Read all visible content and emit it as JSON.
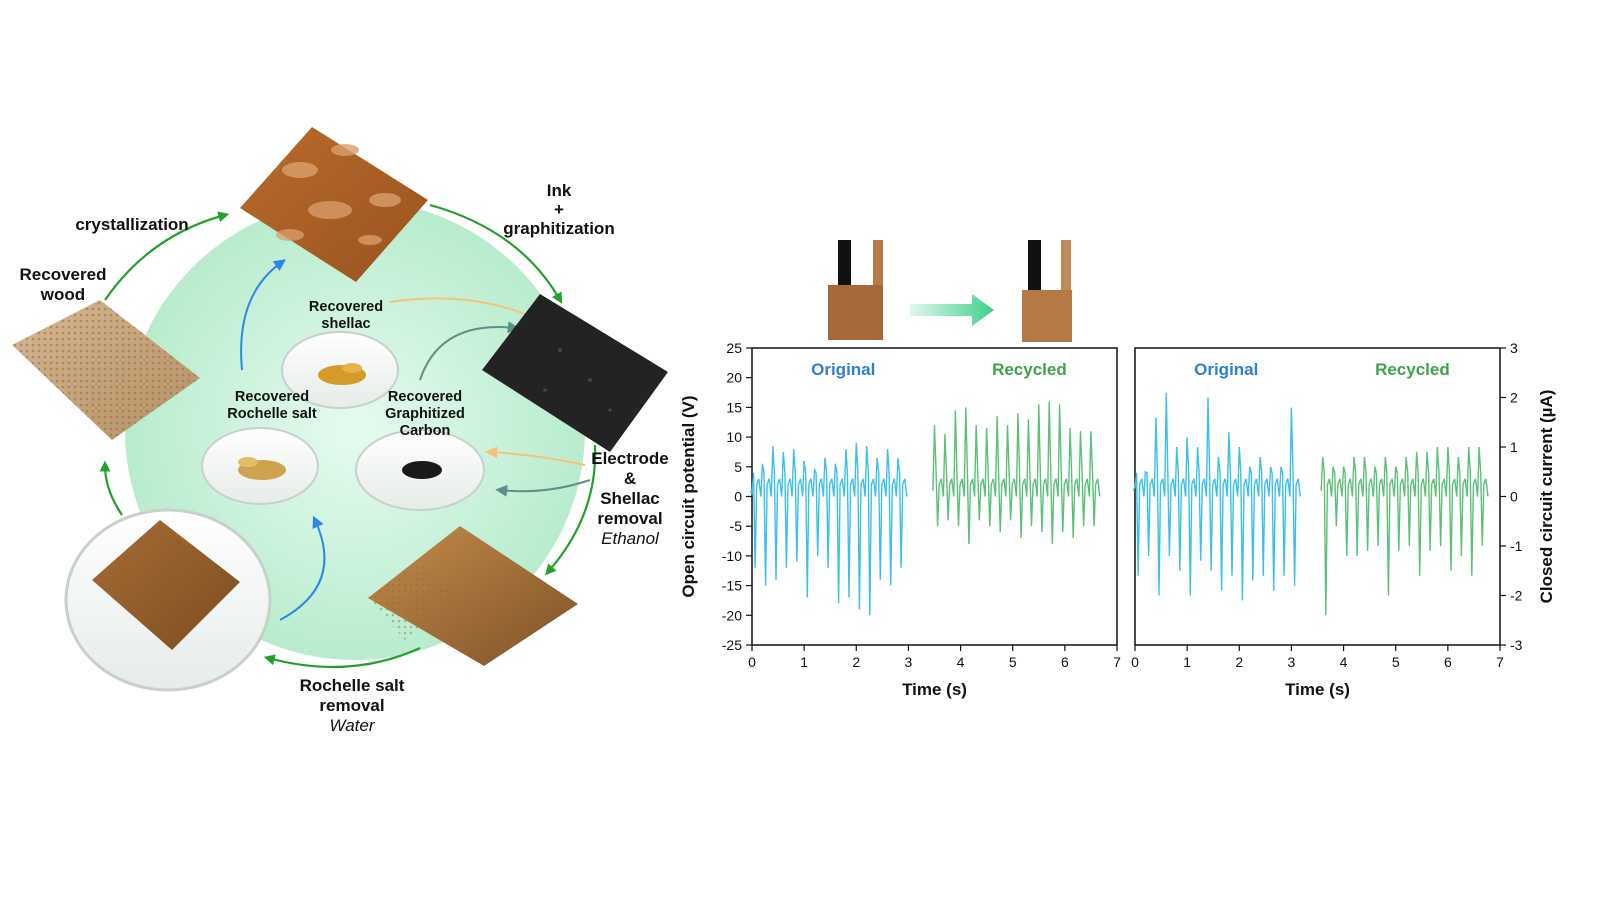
{
  "cycle": {
    "labels": {
      "crystallization": "crystallization",
      "recovered_wood_1": "Recovered",
      "recovered_wood_2": "wood",
      "ink_1": "Ink",
      "ink_2": "+",
      "ink_3": "graphitization",
      "electrode_1": "Electrode",
      "electrode_2": "&",
      "electrode_3": "Shellac",
      "electrode_4": "removal",
      "electrode_solvent": "Ethanol",
      "rochelle_1": "Rochelle salt",
      "rochelle_2": "removal",
      "rochelle_solvent": "Water",
      "shellac_1": "Recovered",
      "shellac_2": "shellac",
      "salt_1": "Recovered",
      "salt_2": "Rochelle salt",
      "carbon_1": "Recovered",
      "carbon_2": "Graphitized",
      "carbon_3": "Carbon"
    },
    "colors": {
      "arrow_green": "#22a12a",
      "arrow_blue": "#2f86e6",
      "arrow_orange": "#f6c27a",
      "arrow_teal": "#5e8f86",
      "glow": "#c9f3dd"
    }
  },
  "chart_data": [
    {
      "type": "line",
      "xlabel": "Time (s)",
      "ylabel": "Open circuit potential (V)",
      "xlim": [
        0,
        7
      ],
      "ylim": [
        -25,
        25
      ],
      "xticks": [
        "0",
        "1",
        "2",
        "3",
        "4",
        "5",
        "6",
        "7"
      ],
      "yticks": [
        "25",
        "20",
        "15",
        "10",
        "5",
        "0",
        "-5",
        "-10",
        "-15",
        "-20",
        "-25"
      ],
      "annotations": [
        "Original",
        "Recycled"
      ],
      "series": [
        {
          "name": "Original",
          "color": "#3cc0e8",
          "peaks": [
            [
              0.0,
              0.5,
              -12
            ],
            [
              0.2,
              5.5,
              -15
            ],
            [
              0.4,
              8.5,
              -14
            ],
            [
              0.6,
              7.5,
              -12
            ],
            [
              0.8,
              8.0,
              -11
            ],
            [
              1.0,
              6.0,
              -17
            ],
            [
              1.2,
              4.5,
              -10
            ],
            [
              1.4,
              6.5,
              -12
            ],
            [
              1.6,
              5.5,
              -18
            ],
            [
              1.8,
              8.0,
              -17
            ],
            [
              2.0,
              9.0,
              -19
            ],
            [
              2.2,
              8.5,
              -20
            ],
            [
              2.4,
              6.5,
              -14
            ],
            [
              2.6,
              8.0,
              -15
            ],
            [
              2.8,
              6.5,
              -12
            ]
          ]
        },
        {
          "name": "Recycled",
          "color": "#5cc07a",
          "peaks": [
            [
              3.5,
              12.0,
              -5
            ],
            [
              3.7,
              10.5,
              -4
            ],
            [
              3.9,
              14.5,
              -5
            ],
            [
              4.1,
              15.0,
              -8
            ],
            [
              4.3,
              12.0,
              -4
            ],
            [
              4.5,
              11.5,
              -5
            ],
            [
              4.7,
              13.5,
              -6
            ],
            [
              4.9,
              12.0,
              -4
            ],
            [
              5.1,
              14.0,
              -7
            ],
            [
              5.3,
              13.0,
              -5
            ],
            [
              5.5,
              15.5,
              -6
            ],
            [
              5.7,
              16.0,
              -8
            ],
            [
              5.9,
              15.5,
              -6
            ],
            [
              6.1,
              11.5,
              -7
            ],
            [
              6.3,
              11.0,
              -5
            ],
            [
              6.5,
              11.0,
              -5
            ]
          ]
        }
      ]
    },
    {
      "type": "line",
      "xlabel": "Time (s)",
      "ylabel": "Closed circuit current (µA)",
      "xlim": [
        0,
        7
      ],
      "ylim": [
        -3,
        3
      ],
      "xticks": [
        "0",
        "1",
        "2",
        "3",
        "4",
        "5",
        "6",
        "7"
      ],
      "yticks": [
        "3",
        "2",
        "1",
        "0",
        "-1",
        "-2",
        "-3"
      ],
      "annotations": [
        "Original",
        "Recycled"
      ],
      "series": [
        {
          "name": "Original",
          "color": "#3cc0e8",
          "peaks": [
            [
              0.0,
              0.2,
              -1.6
            ],
            [
              0.2,
              0.5,
              -1.2
            ],
            [
              0.4,
              1.6,
              -2.0
            ],
            [
              0.6,
              2.1,
              -1.2
            ],
            [
              0.8,
              1.0,
              -1.5
            ],
            [
              1.0,
              1.2,
              -2.0
            ],
            [
              1.2,
              1.0,
              -1.3
            ],
            [
              1.4,
              2.0,
              -1.5
            ],
            [
              1.6,
              0.8,
              -1.9
            ],
            [
              1.8,
              1.3,
              -1.6
            ],
            [
              2.0,
              1.0,
              -2.1
            ],
            [
              2.2,
              0.6,
              -1.7
            ],
            [
              2.4,
              0.8,
              -1.6
            ],
            [
              2.6,
              0.6,
              -1.9
            ],
            [
              2.8,
              0.6,
              -1.6
            ],
            [
              3.0,
              1.8,
              -1.8
            ]
          ]
        },
        {
          "name": "Recycled",
          "color": "#5cc07a",
          "peaks": [
            [
              3.6,
              0.8,
              -2.4
            ],
            [
              3.8,
              0.6,
              -0.6
            ],
            [
              4.0,
              0.6,
              -1.2
            ],
            [
              4.2,
              0.8,
              -1.2
            ],
            [
              4.4,
              0.8,
              -1.1
            ],
            [
              4.6,
              0.6,
              -1.0
            ],
            [
              4.8,
              0.8,
              -2.0
            ],
            [
              5.0,
              0.6,
              -1.1
            ],
            [
              5.2,
              0.8,
              -1.0
            ],
            [
              5.4,
              0.9,
              -1.6
            ],
            [
              5.6,
              0.9,
              -1.1
            ],
            [
              5.8,
              1.0,
              -1.0
            ],
            [
              6.0,
              1.0,
              -1.5
            ],
            [
              6.2,
              0.8,
              -1.2
            ],
            [
              6.4,
              1.0,
              -1.6
            ],
            [
              6.6,
              1.0,
              -1.0
            ]
          ]
        }
      ]
    }
  ]
}
